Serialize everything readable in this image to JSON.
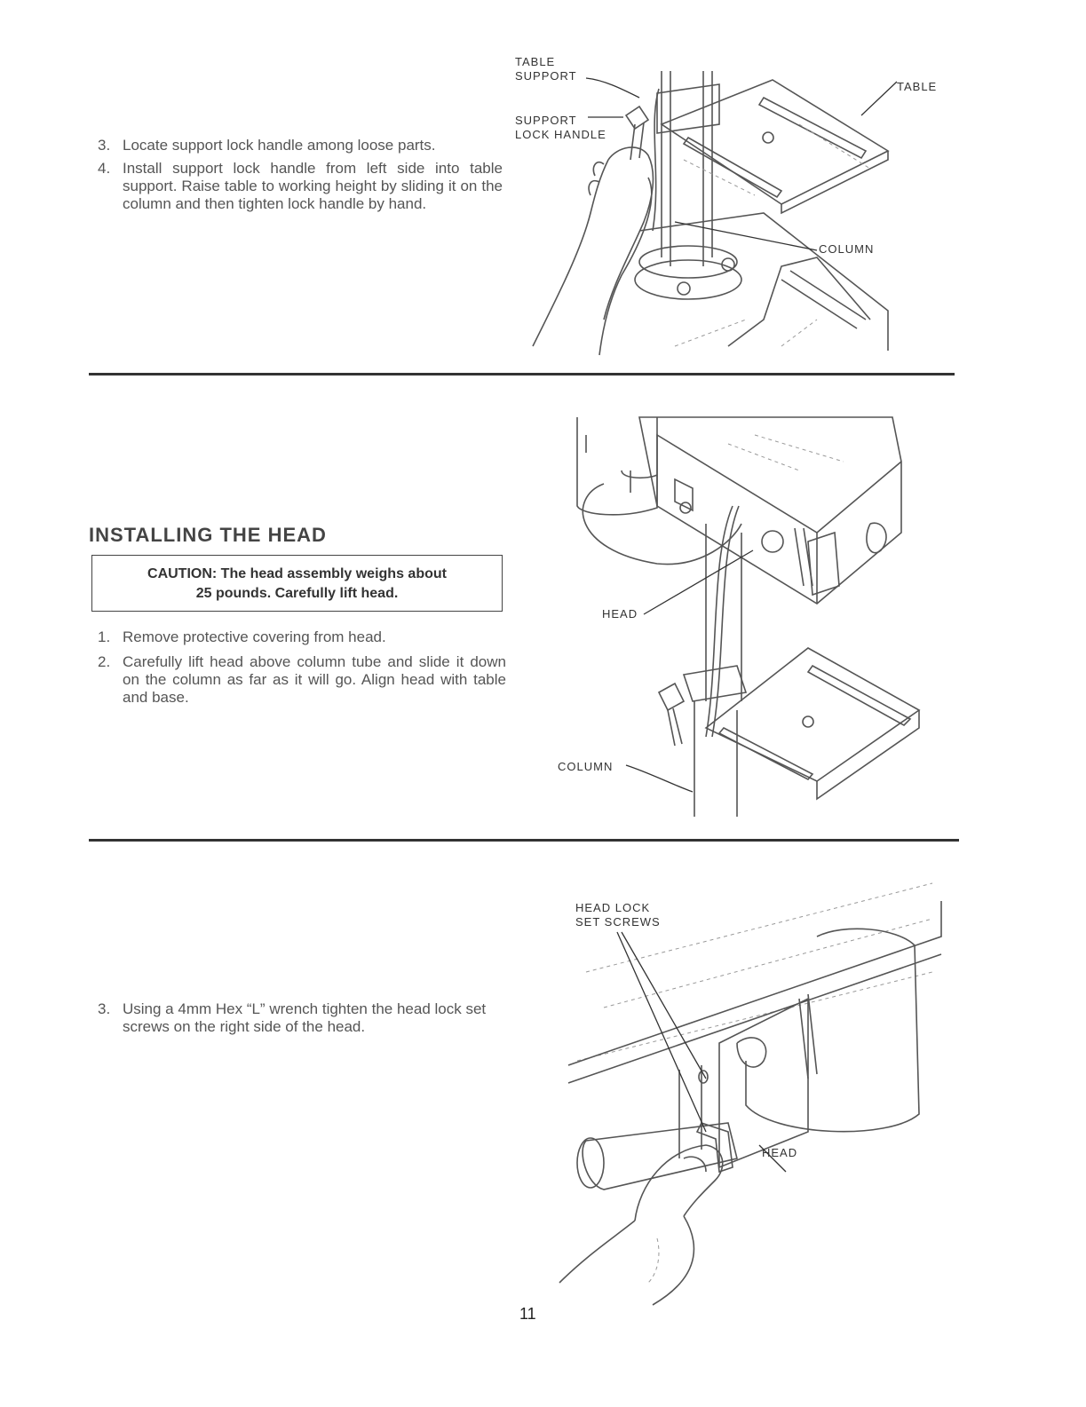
{
  "section1": {
    "steps": [
      {
        "num": "3.",
        "text": "Locate support lock handle among loose parts."
      },
      {
        "num": "4.",
        "text": "Install support lock handle from left side into table support. Raise table to working height by sliding it on the column and then tighten lock handle by hand."
      }
    ],
    "labels": {
      "table_support": "TABLE\nSUPPORT",
      "support_lock_handle": "SUPPORT\nLOCK HANDLE",
      "table": "TABLE",
      "column": "COLUMN"
    }
  },
  "section2": {
    "heading": "INSTALLING THE HEAD",
    "caution_line1": "CAUTION: The head assembly weighs about",
    "caution_line2": "25 pounds. Carefully lift head.",
    "steps": [
      {
        "num": "1.",
        "text": "Remove protective covering from head."
      },
      {
        "num": "2.",
        "text": "Carefully lift head above column tube and slide it down on the column as far as it will go. Align head with table and base."
      }
    ],
    "labels": {
      "head": "HEAD",
      "column": "COLUMN"
    }
  },
  "section3": {
    "steps": [
      {
        "num": "3.",
        "text": "Using a 4mm Hex “L” wrench tighten the head lock set screws on the right side of the head."
      }
    ],
    "labels": {
      "head_lock_set_screws": "HEAD LOCK\nSET SCREWS",
      "head": "HEAD"
    }
  },
  "page_number": "11"
}
